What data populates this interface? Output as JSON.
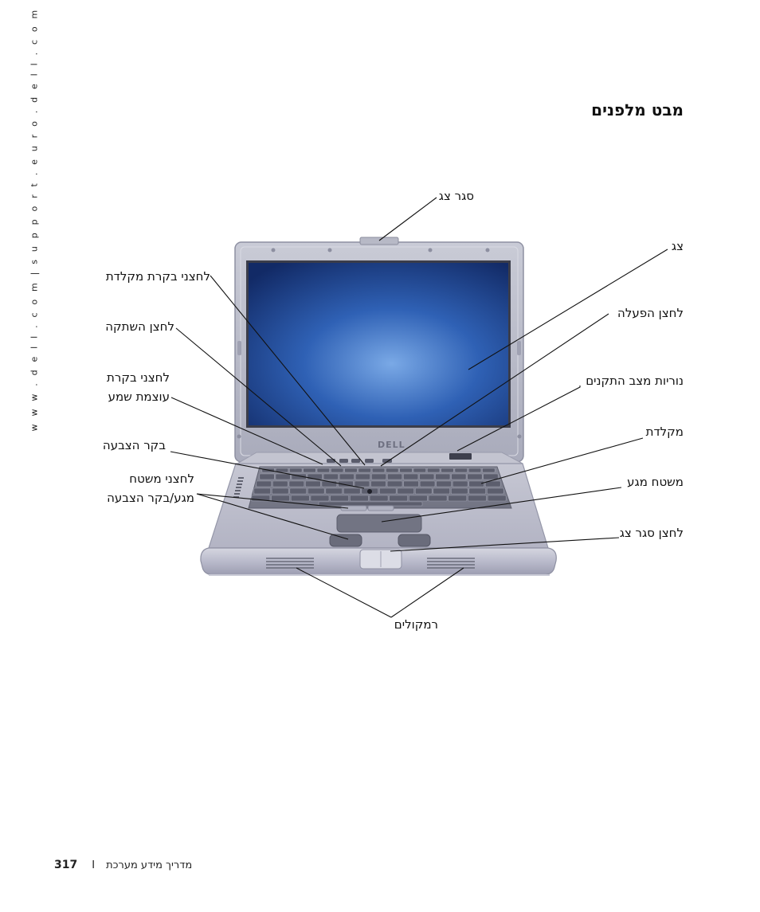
{
  "side_url": "w w w . d e l l . c o m | s u p p o r t . e u r o . d e l l . c o m",
  "title": "מבט מלפנים",
  "labels": {
    "display_latch": "סגר צג",
    "display": "צג",
    "keyboard_status_buttons": "לחצני בקרת מקלדת",
    "power_button": "לחצן הפעלה",
    "mute_button": "לחצן השתקה",
    "device_status_lights": "נוריות מצב התקנים",
    "volume_buttons_line1": "לחצני בקרת",
    "volume_buttons_line2": "עוצמת שמע",
    "keyboard": "מקלדת",
    "track_stick": "בקר הצבעה",
    "touch_pad": "משטח מגע",
    "touchpad_buttons_line1": "לחצני משטח",
    "touchpad_buttons_line2": "מגע/בקר הצבעה",
    "display_latch_button": "לחצן סגר צג",
    "speakers": "רמקולים"
  },
  "laptop_logo": "DELL",
  "footer": {
    "page_number": "317",
    "separator": "I",
    "book_title": "מדריך מידע מערכת"
  }
}
